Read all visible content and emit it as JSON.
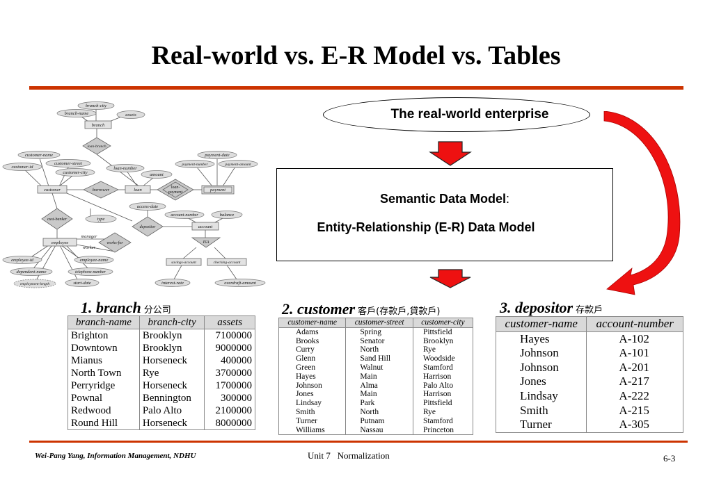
{
  "title": "Real-world vs. E-R Model vs. Tables",
  "enterprise_label": "The real-world enterprise",
  "model": {
    "line1": "Semantic Data Model",
    "colon": ":",
    "line2": "Entity-Relationship (E-R) Data Model"
  },
  "er": {
    "branch_city": "branch-city",
    "branch_name": "branch-name",
    "assets": "assets",
    "branch": "branch",
    "loan_branch": "loan-branch",
    "payment_date": "payment-date",
    "customer_name": "customer-name",
    "customer_street": "customer-street",
    "customer_id": "customer-id",
    "customer_city": "customer-city",
    "loan_number": "loan-number",
    "amount": "amount",
    "payment_number": "payment-number",
    "payment_amount": "payment-amount",
    "customer": "customer",
    "borrower": "borrower",
    "loan": "loan",
    "loan_payment_1": "loan-",
    "loan_payment_2": "payment",
    "payment": "payment",
    "access_date": "access-date",
    "cust_banker": "cust-banker",
    "type": "type",
    "account_number": "account-number",
    "balance": "balance",
    "depositor": "depositor",
    "account": "account",
    "manager": "manager",
    "employee": "employee",
    "works_for": "works-for",
    "worker": "worker",
    "isa": "ISA",
    "employee_id": "employee-id",
    "employee_name": "employee-name",
    "dependent_name": "dependent-name",
    "telephone_number": "telephone-number",
    "employment_length": "employment-length",
    "start_date": "start-date",
    "savings_account": "savings-account",
    "checking_account": "checking-account",
    "interest_rate": "interest-rate",
    "overdraft_amount": "overdraft-amount"
  },
  "tables": {
    "branch": {
      "title": "1. branch",
      "subtitle": "分公司",
      "headers": [
        "branch-name",
        "branch-city",
        "assets"
      ],
      "rows": [
        [
          "Brighton",
          "Brooklyn",
          "7100000"
        ],
        [
          "Downtown",
          "Brooklyn",
          "9000000"
        ],
        [
          "Mianus",
          "Horseneck",
          "400000"
        ],
        [
          "North Town",
          "Rye",
          "3700000"
        ],
        [
          "Perryridge",
          "Horseneck",
          "1700000"
        ],
        [
          "Pownal",
          "Bennington",
          "300000"
        ],
        [
          "Redwood",
          "Palo Alto",
          "2100000"
        ],
        [
          "Round Hill",
          "Horseneck",
          "8000000"
        ]
      ]
    },
    "customer": {
      "title": "2. customer",
      "subtitle": "客戶(存款戶,貸款戶)",
      "headers": [
        "customer-name",
        "customer-street",
        "customer-city"
      ],
      "rows": [
        [
          "Adams",
          "Spring",
          "Pittsfield"
        ],
        [
          "Brooks",
          "Senator",
          "Brooklyn"
        ],
        [
          "Curry",
          "North",
          "Rye"
        ],
        [
          "Glenn",
          "Sand Hill",
          "Woodside"
        ],
        [
          "Green",
          "Walnut",
          "Stamford"
        ],
        [
          "Hayes",
          "Main",
          "Harrison"
        ],
        [
          "Johnson",
          "Alma",
          "Palo Alto"
        ],
        [
          "Jones",
          "Main",
          "Harrison"
        ],
        [
          "Lindsay",
          "Park",
          "Pittsfield"
        ],
        [
          "Smith",
          "North",
          "Rye"
        ],
        [
          "Turner",
          "Putnam",
          "Stamford"
        ],
        [
          "Williams",
          "Nassau",
          "Princeton"
        ]
      ]
    },
    "depositor": {
      "title": "3. depositor",
      "subtitle": "存款戶",
      "headers": [
        "customer-name",
        "account-number"
      ],
      "rows": [
        [
          "Hayes",
          "A-102"
        ],
        [
          "Johnson",
          "A-101"
        ],
        [
          "Johnson",
          "A-201"
        ],
        [
          "Jones",
          "A-217"
        ],
        [
          "Lindsay",
          "A-222"
        ],
        [
          "Smith",
          "A-215"
        ],
        [
          "Turner",
          "A-305"
        ]
      ]
    }
  },
  "footer": {
    "left": "Wei-Pang Yang, Information Management, NDHU",
    "center": "Unit 7   Normalization",
    "right": "6-3"
  },
  "colors": {
    "rule": "#cc3300",
    "arrow": "#ee1111",
    "header_bg": "#d9d9d9",
    "er_fill": "#cfcfcf"
  }
}
